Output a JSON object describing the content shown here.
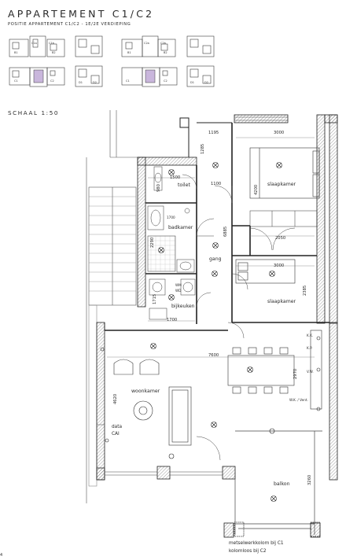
{
  "header": {
    "title": "APPARTEMENT C1/C2",
    "subtitle": "POSITIE APPARTEMENT C1/C2 - 1E/2E VERDIEPING"
  },
  "scale": "SCHAAL 1:50",
  "page_number": "4",
  "rooms": {
    "slaapkamer1": "slaapkamer",
    "slaapkamer2": "slaapkamer",
    "toilet": "toilet",
    "badkamer": "badkamer",
    "gang": "gang",
    "bijkeuken": "bijkeuken",
    "woonkamer": "woonkamer",
    "balkon": "balkon"
  },
  "dimensions": {
    "d1195": "1195",
    "d3000a": "3000",
    "d1285": "1285",
    "d1500": "1500",
    "d1100": "1100",
    "d4200": "4200",
    "d980": "980",
    "d1700a": "1700",
    "d2290": "2290",
    "d6885": "6885",
    "d2050": "2050",
    "d3000b": "3000",
    "d1715": "1715",
    "d2385": "2385",
    "d1700b": "1700",
    "d7600": "7600",
    "d2970": "2970",
    "d4620": "4620",
    "d3260": "3260"
  },
  "annotations": {
    "wm": "WM",
    "wd": "WD",
    "wk_vent": "W.K. / Vent.",
    "kk": "K.K.",
    "vw": "V.W.",
    "kp": "K.P.",
    "data": "data",
    "cai": "CAI"
  },
  "footnotes": {
    "line1": "metselwerkkolom bij C1",
    "line2": "kolomloos bij C2"
  },
  "thumbnails": {
    "tags": [
      "C1a",
      "C1b",
      "C2a",
      "C2b",
      "B1",
      "B2",
      "B1",
      "B2",
      "C1",
      "C2",
      "D1",
      "D2",
      "C1",
      "C2",
      "D1",
      "D2"
    ]
  }
}
